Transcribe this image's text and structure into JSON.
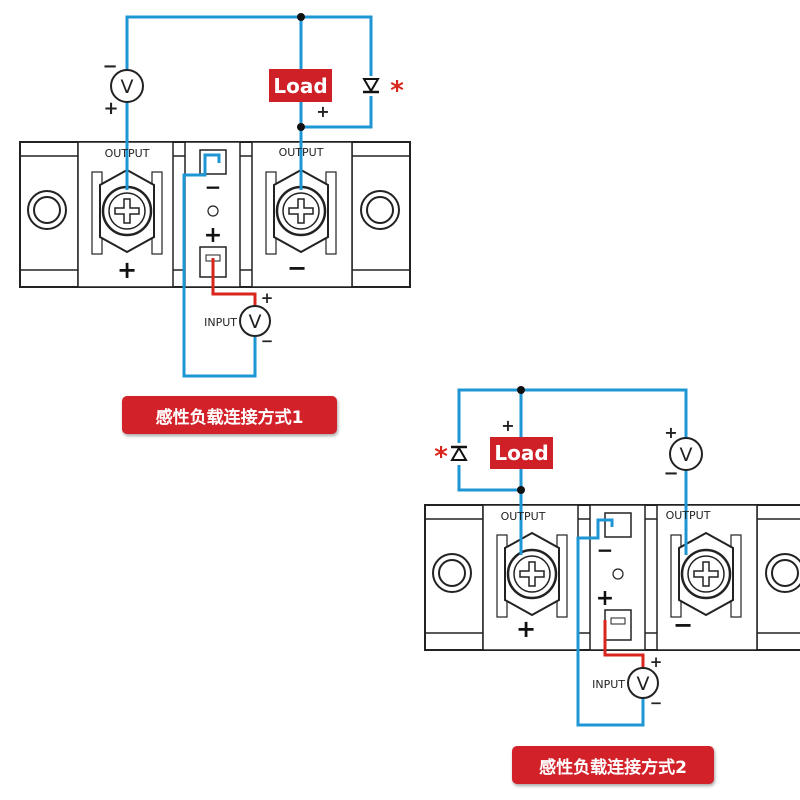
{
  "colors": {
    "wire_blue": "#1e96d4",
    "wire_red": "#d9261c",
    "load_red": "#cf2027",
    "body_outline": "#222222"
  },
  "diagram1": {
    "load_label": "Load",
    "output_left_label": "OUTPUT",
    "output_right_label": "OUTPUT",
    "input_label": "INPUT",
    "voltmeter_symbol": "V",
    "asterisk": "*",
    "plus": "+",
    "minus": "−",
    "caption": "感性负载连接方式1"
  },
  "diagram2": {
    "load_label": "Load",
    "output_left_label": "OUTPUT",
    "output_right_label": "OUTPUT",
    "input_label": "INPUT",
    "voltmeter_symbol": "V",
    "asterisk": "*",
    "plus": "+",
    "minus": "−",
    "caption": "感性负载连接方式2"
  }
}
